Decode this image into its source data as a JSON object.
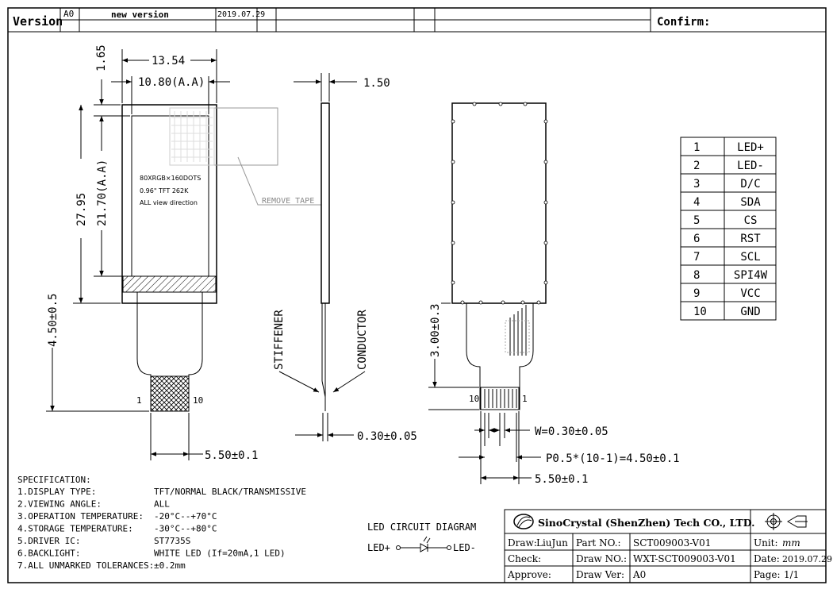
{
  "header": {
    "version_label": "Version",
    "rev": "A0",
    "description": "new version",
    "date": "2019.07.29",
    "confirm_label": "Confirm:"
  },
  "front_view": {
    "dim_outer_width": "13.54",
    "dim_aa_width": "10.80(A.A)",
    "dim_top_offset": "1.65",
    "dim_outer_height": "27.95",
    "dim_aa_height": "21.70(A.A)",
    "dim_fpc_length": "4.50±0.5",
    "dim_fpc_width": "5.50±0.1",
    "panel_line1": "80XRGB×160DOTS",
    "panel_line2": "0.96\" TFT 262K",
    "panel_line3": "ALL view direction",
    "remove_tape": "REMOVE TAPE",
    "pin_first": "1",
    "pin_last": "10"
  },
  "side_view": {
    "dim_thickness": "1.50",
    "dim_fpc_thickness": "0.30±0.05",
    "stiffener_label": "STIFFENER",
    "conductor_label": "CONDUCTOR"
  },
  "back_view": {
    "dim_fpc_length": "3.00±0.3",
    "dim_pad_width": "W=0.30±0.05",
    "dim_pitch": "P0.5*(10-1)=4.50±0.1",
    "dim_fpc_width": "5.50±0.1",
    "pin_left": "10",
    "pin_right": "1"
  },
  "pin_table": [
    {
      "no": "1",
      "name": "LED+"
    },
    {
      "no": "2",
      "name": "LED-"
    },
    {
      "no": "3",
      "name": "D/C"
    },
    {
      "no": "4",
      "name": "SDA"
    },
    {
      "no": "5",
      "name": "CS"
    },
    {
      "no": "6",
      "name": "RST"
    },
    {
      "no": "7",
      "name": "SCL"
    },
    {
      "no": "8",
      "name": "SPI4W"
    },
    {
      "no": "9",
      "name": "VCC"
    },
    {
      "no": "10",
      "name": "GND"
    }
  ],
  "specification": {
    "title": "SPECIFICATION:",
    "items": [
      {
        "label": "1.DISPLAY TYPE:",
        "value": "TFT/NORMAL BLACK/TRANSMISSIVE"
      },
      {
        "label": "2.VIEWING ANGLE:",
        "value": "ALL"
      },
      {
        "label": "3.OPERATION TEMPERATURE:",
        "value": "-20°C--+70°C"
      },
      {
        "label": "4.STORAGE TEMPERATURE:",
        "value": "-30°C--+80°C"
      },
      {
        "label": "5.DRIVER IC:",
        "value": "ST7735S"
      },
      {
        "label": "6.BACKLIGHT:",
        "value": "WHITE LED (If=20mA,1 LED)"
      },
      {
        "label": "7.ALL UNMARKED TOLERANCES:",
        "value": "±0.2mm"
      }
    ]
  },
  "led_circuit": {
    "title": "LED CIRCUIT DIAGRAM",
    "plus": "LED+",
    "minus": "LED-"
  },
  "title_block": {
    "company": "SinoCrystal (ShenZhen) Tech CO., LTD.",
    "draw_label": "Draw:",
    "draw_value": "LiuJun",
    "check_label": "Check:",
    "approve_label": "Approve:",
    "part_label": "Part NO.:",
    "part_value": "SCT009003-V01",
    "drawno_label": "Draw NO.:",
    "drawno_value": "WXT-SCT009003-V01",
    "drawver_label": "Draw Ver:",
    "drawver_value": "A0",
    "unit_label": "Unit:",
    "unit_value": "mm",
    "date_label": "Date:",
    "date_value": "2019.07.29",
    "page_label": "Page:",
    "page_value": "1/1"
  }
}
